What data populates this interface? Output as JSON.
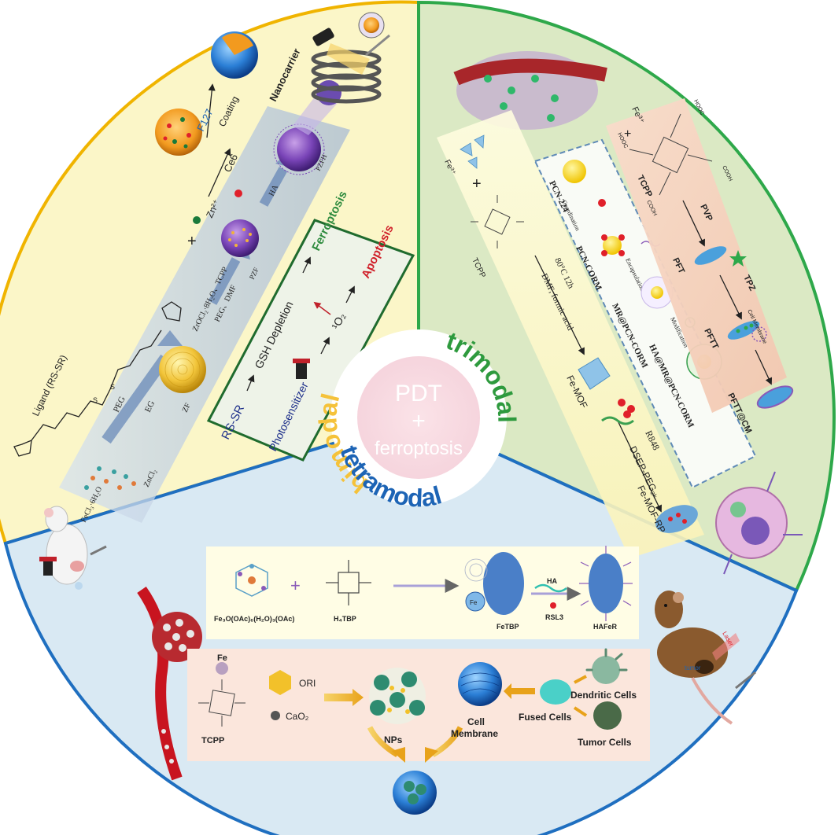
{
  "center": {
    "line1": "PDT",
    "line2": "+",
    "line3": "ferroptosis",
    "ring_labels": {
      "bimodal": "bimodal",
      "trimodal": "trimodal",
      "tetramodal": "tetramodal"
    }
  },
  "bimodal": {
    "ligand_label": "Ligand (RS-SR)",
    "plus": "+",
    "zn_label": "Zn²⁺",
    "ce6_label": "Ce6",
    "f127_label": "F127",
    "coating_label": "Coating",
    "nanocarrier_label": "Nanocarrier",
    "precursors": [
      "FeCl₃·6H₂O",
      "ZnCl₂"
    ],
    "peg_label": "PEG",
    "eg_label": "EG",
    "zf_label": "ZF",
    "reagent1": "ZrOCl₂·8H₂O、TCPP",
    "reagent2": "PEG、DMF",
    "pzf_label": "PZF",
    "ha_label": "HA",
    "pzfh_label": "PZFH",
    "mechanism": {
      "rs_sr": "RS-SR",
      "gsh": "GSH Depletion",
      "ferroptosis": "Ferroptosis",
      "photosensitizer": "Photosensitizer",
      "singlet_oxygen": "¹O₂",
      "apoptosis": "Apoptosis"
    }
  },
  "trimodal": {
    "fe_label": "Fe³⁺",
    "plus": "+",
    "tcpp_label": "TCPP",
    "condition1": "80°C 12h",
    "condition2": "DMF, formic acid",
    "femof_label": "Fe-MOF",
    "r848_label": "R848",
    "dsep_label": "DSEP-PEG₂ₖ",
    "femofrp_label": "Fe-MOF-RP",
    "pcn": {
      "pcn224": "PCN-224",
      "coordination": "Coordination",
      "pcncorm": "PCN-CORM",
      "encapsulation": "Encapsulation",
      "mr_pcncorm": "MR@PCN-CORM",
      "modification": "Modification",
      "ha_mr_pcncorm": "HA@MR@PCN-CORM"
    },
    "pft": {
      "fe_label": "Fe³⁺",
      "plus": "+",
      "tcpp_label": "TCPP",
      "pvp_label": "PVP",
      "pft_label": "PFT",
      "tpz_label": "TPZ",
      "pftt_label": "PFTT",
      "cell_membrane": "Cell Membrane",
      "pftt_cm": "PFTT@CM",
      "cooh": "COOH",
      "hooc": "HOOC"
    }
  },
  "tetramodal": {
    "row1": {
      "cluster_label": "Fe₃O(OAc)₆(H₂O)₃(OAc)",
      "plus": "+",
      "ligand_label": "H₄TBP",
      "fetbp_label": "FeTBP",
      "fe_core": "Fe",
      "ha_label": "HA",
      "rsl3_label": "RSL3",
      "hafer_label": "HAFeR",
      "tumor_label": "tumor",
      "laser_label": "Laser"
    },
    "row2": {
      "fe_label": "Fe",
      "tcpp_label": "TCPP",
      "ori_label": "ORI",
      "cao2_label": "CaO₂",
      "nps_label": "NPs",
      "membrane_label1": "Cell",
      "membrane_label2": "Membrane",
      "fused_label": "Fused Cells",
      "dendritic_label": "Dendritic Cells",
      "tumor_cells_label": "Tumor Cells"
    }
  },
  "colors": {
    "bimodal_fill": "#fbf6c8",
    "bimodal_stroke": "#f0b400",
    "trimodal_fill": "#dbe9c4",
    "trimodal_stroke": "#2ea84a",
    "tetramodal_fill": "#d9e9f3",
    "tetramodal_stroke": "#1f6fc0",
    "bimodal_text": "#f5c23a",
    "trimodal_text": "#2e9a3e",
    "tetramodal_text": "#1d64b5",
    "ferroptosis_text": "#2e8b3e",
    "apoptosis_text": "#d0202a",
    "center_fill": "#f9e1e6"
  }
}
